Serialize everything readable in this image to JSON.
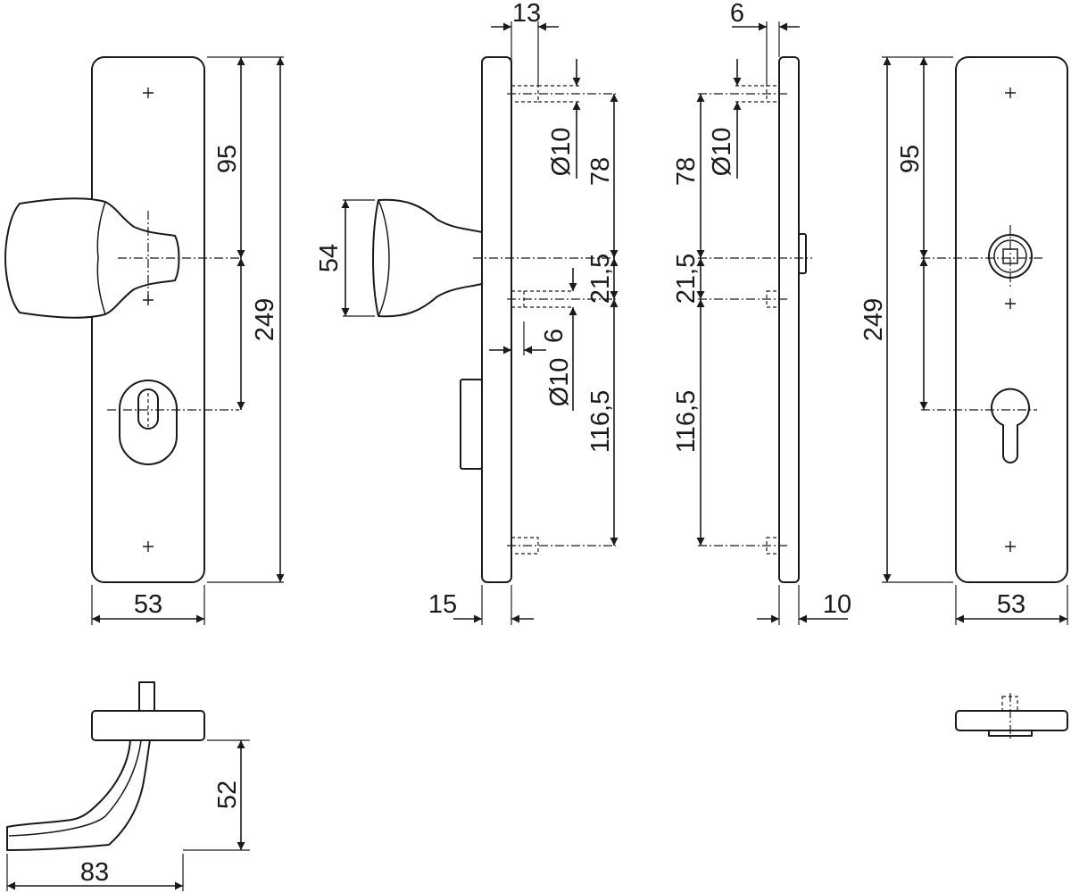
{
  "dimensions": {
    "front_left": {
      "top_to_knob": "95",
      "total_height": "249",
      "width": "53"
    },
    "side_left": {
      "screw_offset": "13",
      "knob_height": "54",
      "bore_top": "Ø10",
      "top_to_center": "78",
      "center_to_screw": "21,5",
      "pin_offset": "6",
      "bore_mid": "Ø10",
      "screw_to_bottom_screw": "116,5",
      "depth": "15"
    },
    "side_right": {
      "screw_offset": "6",
      "bore_top": "Ø10",
      "top_to_center": "78",
      "center_to_screw": "21,5",
      "screw_to_bottom_screw": "116,5",
      "depth": "10"
    },
    "front_right": {
      "top_to_spindle": "95",
      "total_height": "249",
      "width": "53"
    },
    "lever_view": {
      "height": "52",
      "length": "83"
    }
  }
}
